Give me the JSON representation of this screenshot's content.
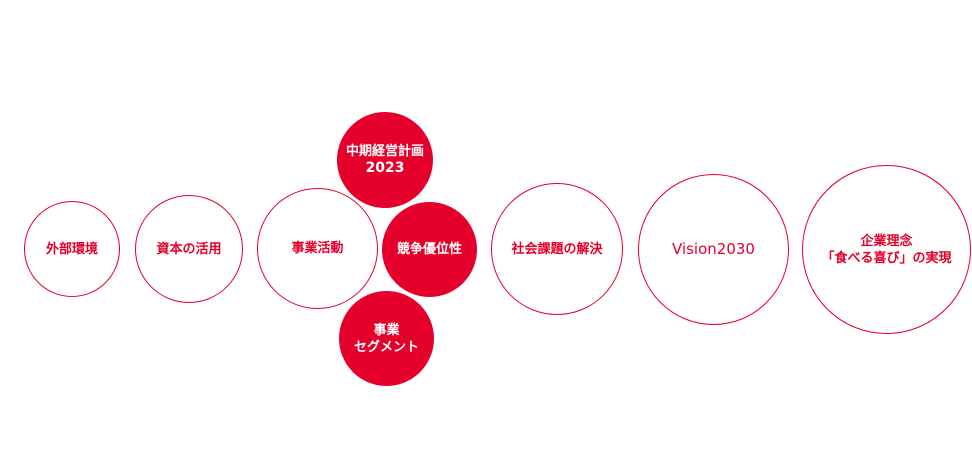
{
  "colors": {
    "accent": "#e4002b"
  },
  "circles": {
    "external": {
      "line1": "外部環境"
    },
    "capital": {
      "line1": "資本の活用"
    },
    "business": {
      "line1": "事業活動"
    },
    "midterm": {
      "line1": "中期経営計画",
      "line2": "2023"
    },
    "advantage": {
      "line1": "競争優位性"
    },
    "segment": {
      "line1": "事業",
      "line2": "セグメント"
    },
    "social": {
      "line1": "社会課題の解決"
    },
    "vision": {
      "line1": "Vision2030"
    },
    "philosophy": {
      "line1": "企業理念",
      "line2": "「食べる喜び」の実現"
    }
  }
}
